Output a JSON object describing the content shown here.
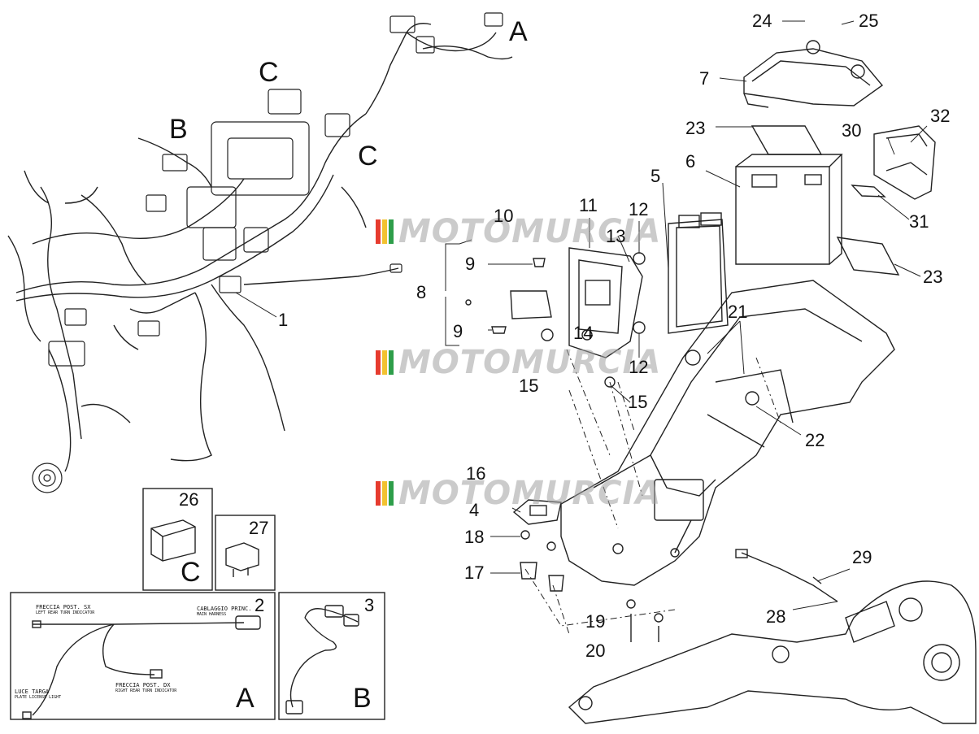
{
  "callouts": {
    "n1": "1",
    "n2": "2",
    "n3": "3",
    "n4": "4",
    "n5": "5",
    "n6": "6",
    "n7": "7",
    "n8": "8",
    "n9a": "9",
    "n9b": "9",
    "n10": "10",
    "n11": "11",
    "n12a": "12",
    "n12b": "12",
    "n13": "13",
    "n14": "14",
    "n15a": "15",
    "n15b": "15",
    "n16": "16",
    "n17": "17",
    "n18": "18",
    "n19": "19",
    "n20": "20",
    "n21": "21",
    "n22": "22",
    "n23a": "23",
    "n23b": "23",
    "n24": "24",
    "n25": "25",
    "n26": "26",
    "n27": "27",
    "n28": "28",
    "n29": "29",
    "n30": "30",
    "n31": "31",
    "n32": "32"
  },
  "groups": {
    "A_top": "A",
    "B_top": "B",
    "C_top1": "C",
    "C_top2": "C",
    "C_box": "C",
    "A_box": "A",
    "B_box": "B"
  },
  "inset_A": {
    "left_rear": "FRECCIA POST. SX",
    "left_rear_sub": "LEFT REAR TURN INDICATOR",
    "main_harness": "CABLAGGIO PRINC.",
    "main_harness_sub": "MAIN HARNESS",
    "right_rear": "FRECCIA POST. DX",
    "right_rear_sub": "RIGHT REAR TURN INDICATOR",
    "plate_light": "LUCE TARGA",
    "plate_light_sub": "PLATE LICENSE LIGHT"
  },
  "watermark": {
    "text": "MOTOMURCIA",
    "colors": [
      "#e63b2e",
      "#f2c230",
      "#2e9e4a"
    ]
  }
}
